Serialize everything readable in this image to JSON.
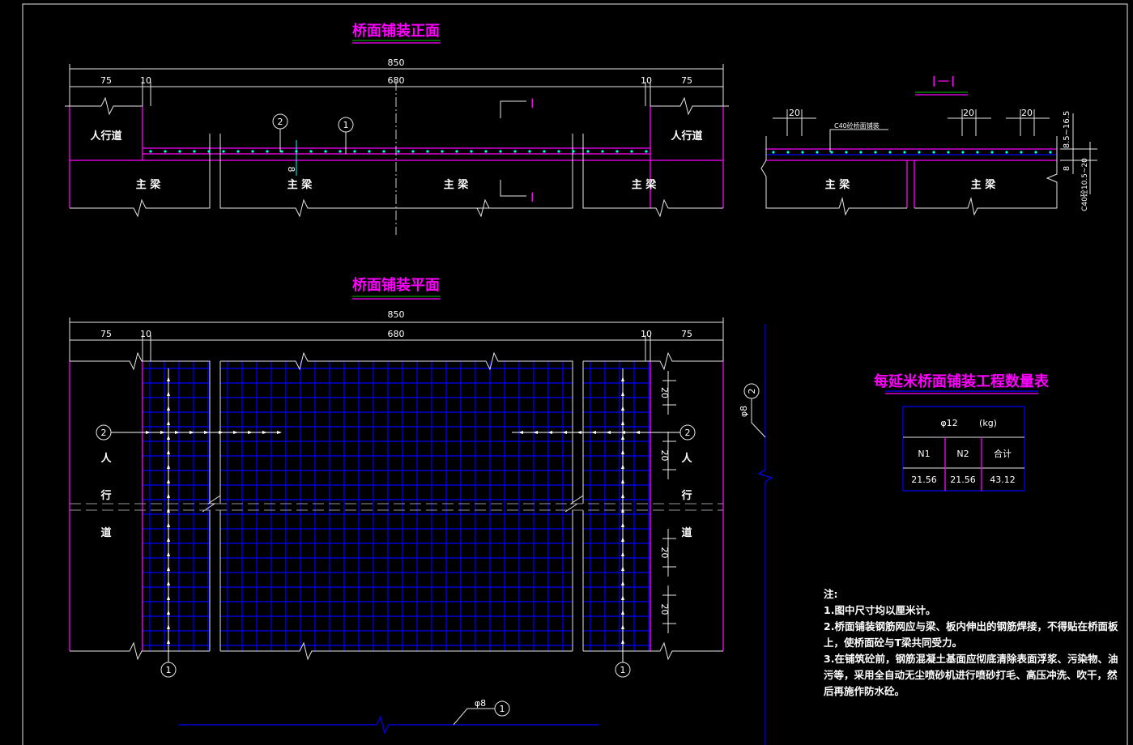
{
  "elevation": {
    "title": "桥面铺装正面",
    "dim_total": "850",
    "dim_sidewalk": "75",
    "dim_curb": "10",
    "dim_deck": "680",
    "sidewalk": "人行道",
    "beam": "主 梁",
    "section_mark": "I",
    "callout1": "1",
    "callout2": "2",
    "thick": "8"
  },
  "section": {
    "title": "I－I",
    "dim20": "20",
    "label_c40": "C40砼桥面铺装",
    "dim_right_top": "8.5~16.5",
    "dim_right_8": "8",
    "dim_right_bottom": "C40砼10.5~20",
    "beam": "主 梁"
  },
  "plan": {
    "title": "桥面铺装平面",
    "dim_total": "850",
    "dim_sidewalk": "75",
    "dim_curb": "10",
    "dim_deck": "680",
    "sidewalk_chars": [
      "人",
      "行",
      "道"
    ],
    "spacing": "20",
    "callout1": "1",
    "callout2": "2",
    "phi8": "φ8"
  },
  "table": {
    "title": "每延米桥面铺装工程数量表",
    "header": "φ12",
    "unit": "(kg)",
    "columns": [
      "N1",
      "N2",
      "合计"
    ],
    "values": [
      "21.56",
      "21.56",
      "43.12"
    ]
  },
  "notes": {
    "title": "注:",
    "lines": [
      "1.图中尺寸均以厘米计。",
      "2.桥面铺装钢筋网应与梁、板内伸出的钢筋焊接，不得贴在桥面板",
      "上，使桥面砼与T梁共同受力。",
      "3.在铺筑砼前，钢筋混凝土基面应彻底清除表面浮浆、污染物、油",
      "污等，采用全自动无尘喷砂机进行喷砂打毛、高压冲洗、吹干，然",
      "后再施作防水砼。"
    ]
  },
  "colors": {
    "title": "#ff00ff",
    "rebar": "#0000ff",
    "dots": "#00ffff"
  }
}
